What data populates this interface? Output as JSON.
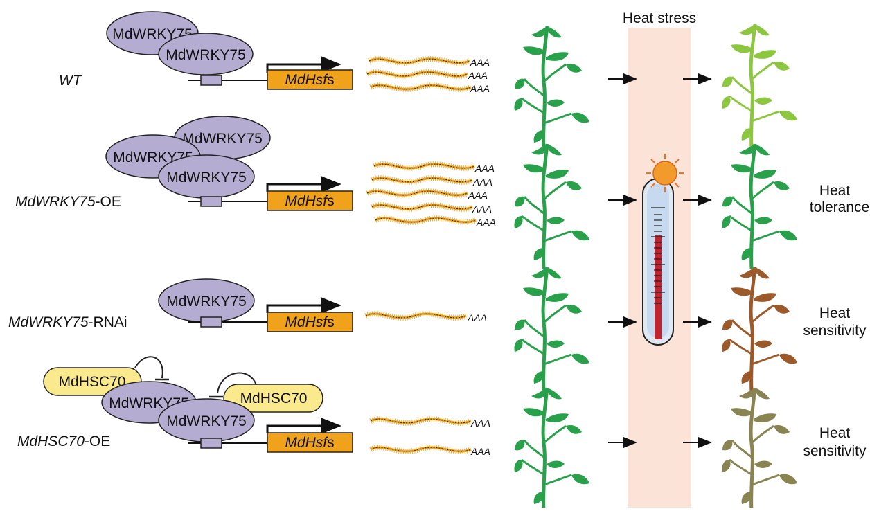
{
  "heat_stress_label": "Heat stress",
  "rows": [
    {
      "label_main": "WT",
      "label_suffix": "",
      "proteins": [
        "MdWRKY75",
        "MdWRKY75"
      ],
      "gene_italic": "MdHsf",
      "gene_suffix": "s",
      "transcript_tails": [
        "AAA",
        "AAA",
        "AAA"
      ],
      "outcome": "",
      "outcome_line2": ""
    },
    {
      "label_main": "MdWRKY75",
      "label_suffix": "-OE",
      "proteins": [
        "MdWRKY75",
        "MdWRKY75",
        "MdWRKY75"
      ],
      "gene_italic": "MdHsf",
      "gene_suffix": "s",
      "transcript_tails": [
        "AAA",
        "AAA",
        "AAA",
        "AAA",
        "AAA"
      ],
      "outcome": "Heat",
      "outcome_line2": "tolerance"
    },
    {
      "label_main": "MdWRKY75",
      "label_suffix": "-RNAi",
      "proteins": [
        "MdWRKY75"
      ],
      "gene_italic": "MdHsf",
      "gene_suffix": "s",
      "transcript_tails": [
        "AAA"
      ],
      "outcome": "Heat",
      "outcome_line2": "sensitivity"
    },
    {
      "label_main": "MdHSC70",
      "label_suffix": "-OE",
      "proteins": [
        "MdWRKY75",
        "MdWRKY75"
      ],
      "inhibitors": [
        "MdHSC70",
        "MdHSC70"
      ],
      "gene_italic": "MdHsf",
      "gene_suffix": "s",
      "transcript_tails": [
        "AAA",
        "AAA"
      ],
      "outcome": "Heat",
      "outcome_line2": "sensitivity"
    }
  ],
  "colors": {
    "protein_fill": "#b5acd1",
    "gene_box": "#f0a21a",
    "inhibitor_fill": "#fbea8d",
    "heat_band": "#fbe3d7",
    "plant_healthy": "#29a04a",
    "plant_light": "#8dc63f",
    "plant_brown": "#9c5a2b",
    "plant_olive": "#8a8452",
    "mrna": "#f0a21a"
  },
  "icons": {
    "plant": "plant-icon",
    "thermometer": "thermometer-icon",
    "sun": "sun-icon"
  }
}
